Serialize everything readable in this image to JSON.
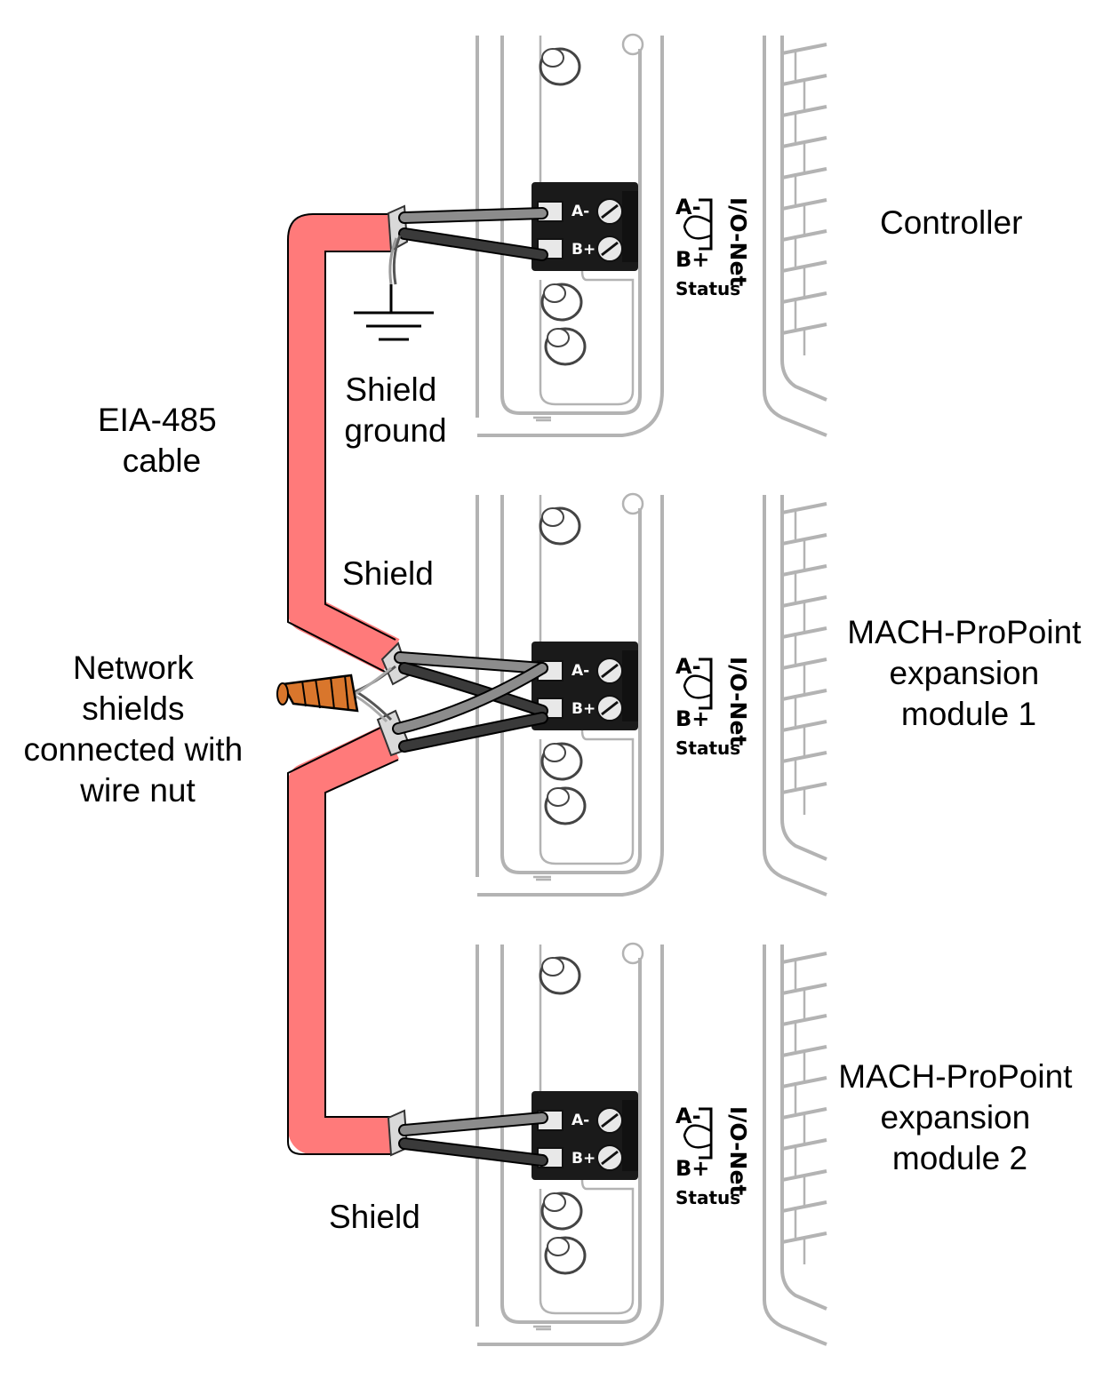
{
  "labels": {
    "controller": "Controller",
    "module1": [
      "MACH-ProPoint",
      "expansion",
      "module 1"
    ],
    "module2": [
      "MACH-ProPoint",
      "expansion",
      "module 2"
    ],
    "cable": [
      "EIA-485",
      "cable"
    ],
    "shield_ground": [
      "Shield",
      "ground"
    ],
    "shield_upper": "Shield",
    "shield_lower": "Shield",
    "network_shields": [
      "Network",
      "shields",
      "connected with",
      "wire nut"
    ]
  },
  "terminal": {
    "a_label": "A-",
    "b_label": "B+",
    "io_net": "I/O-Net",
    "status": "Status"
  },
  "colors": {
    "cable": "#ff7a7a",
    "wire_a": "#8c8c8c",
    "wire_b": "#3a3a3a",
    "wire_nut": "#d9762c",
    "housing": "#b3b3b3",
    "terminal_block": "#1a1a1a"
  }
}
